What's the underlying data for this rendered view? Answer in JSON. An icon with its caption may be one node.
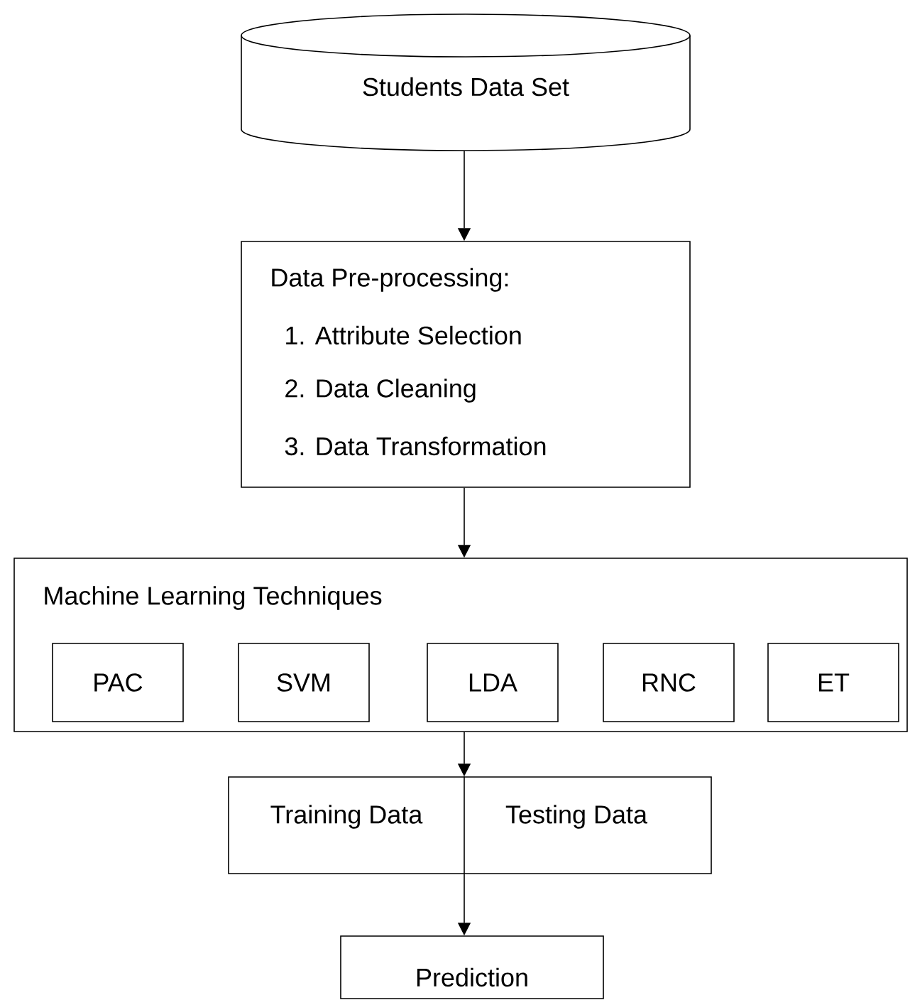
{
  "diagram": {
    "nodes": [
      {
        "text": [
          "Students Data Set"
        ]
      },
      {
        "text": [
          "Data Pre-processing:",
          "1. Attribute Selection",
          "2. Data Cleaning",
          "3. Data Transformation"
        ]
      },
      {
        "text": [
          "Machine Learning Techniques"
        ]
      },
      {
        "text": [
          "PAC"
        ],
        "in": 2
      },
      {
        "text": [
          "SVM"
        ],
        "in": 2
      },
      {
        "text": [
          "LDA"
        ],
        "in": 2
      },
      {
        "text": [
          "RNC"
        ],
        "in": 2
      },
      {
        "text": [
          "ET"
        ],
        "in": 2
      },
      {
        "text": [
          "Training Data",
          "Testing Data"
        ]
      },
      {
        "text": [
          "Prediction"
        ]
      }
    ],
    "edges": [
      {
        "from": 0,
        "to": 1,
        "arrow": "to"
      },
      {
        "from": 1,
        "to": 2,
        "arrow": "to"
      },
      {
        "from": 2,
        "to": 8,
        "arrow": "to"
      },
      {
        "from": 8,
        "to": 9,
        "arrow": "to"
      }
    ]
  }
}
